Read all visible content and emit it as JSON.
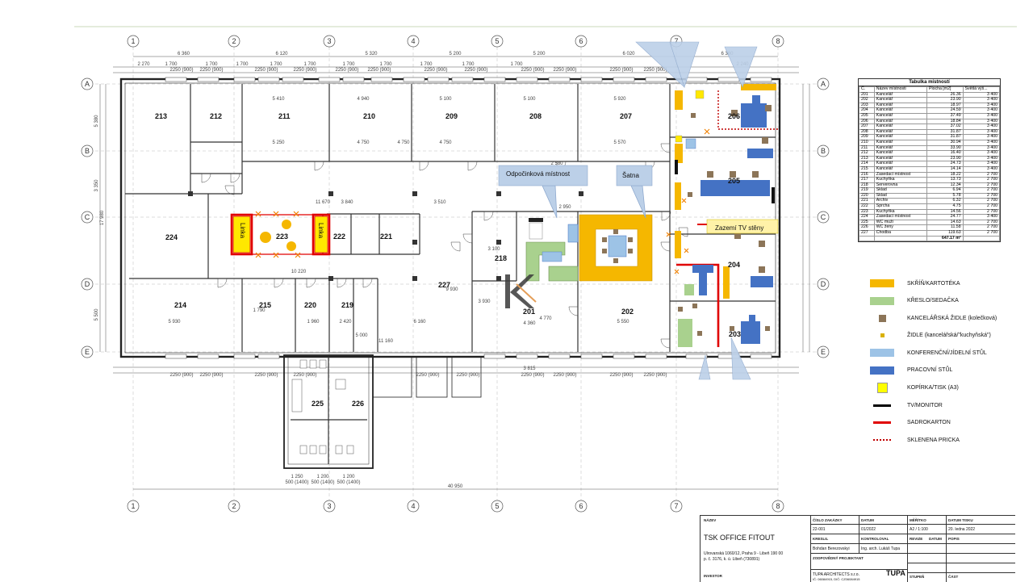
{
  "axes": {
    "columns": [
      "1",
      "2",
      "3",
      "4",
      "5",
      "6",
      "7",
      "8"
    ],
    "rows": [
      "A",
      "B",
      "C",
      "D",
      "E"
    ]
  },
  "dimensions": {
    "top_bays": [
      "6 360",
      "6 120",
      "5 320",
      "5 200",
      "5 200",
      "6 020",
      "6 360"
    ],
    "top_sub": [
      "2 270",
      "1 700",
      "1 700",
      "1 700",
      "1 700",
      "1 700",
      "1 700",
      "1 700",
      "1 700",
      "1 700",
      "1 700",
      "2 240"
    ],
    "window_note": "2250 (900)",
    "overall_bottom": "40 950",
    "bottom_sub": [
      "1 250",
      "1 200",
      "1 200"
    ],
    "bottom_sub2": [
      "500 (1400)",
      "500 (1400)",
      "500 (1400)"
    ],
    "left_side": [
      "5 380",
      "3 350",
      "5 500"
    ],
    "left_total": "17 980",
    "corridor": "11 670",
    "corridor_lower": "11 160",
    "misc": [
      "5 410",
      "4 940",
      "5 100",
      "5 100",
      "5 920",
      "5 250",
      "4 750",
      "4 750",
      "4 750",
      "5 570",
      "2 580",
      "3 510",
      "3 100",
      "4 770",
      "5 550",
      "5 930",
      "5 000",
      "6 160",
      "3 815",
      "1 790",
      "2 420",
      "10 220",
      "3 930",
      "4 360",
      "2 950",
      "9 930",
      "1 960",
      "3 840"
    ]
  },
  "rooms": {
    "r201": "201",
    "r202": "202",
    "r203": "203",
    "r204": "204",
    "r205": "205",
    "r206": "206",
    "r207": "207",
    "r208": "208",
    "r209": "209",
    "r210": "210",
    "r211": "211",
    "r212": "212",
    "r213": "213",
    "r214": "214",
    "r215": "215",
    "r218": "218",
    "r219": "219",
    "r220": "220",
    "r221": "221",
    "r222": "222",
    "r223": "223",
    "r224": "224",
    "r225": "225",
    "r226": "226",
    "r227": "227"
  },
  "labels": {
    "linka": "Linka",
    "callout_rest": "Odpočinková místnost",
    "callout_satna": "Šatna",
    "callout_tv": "Zazemí TV stěny"
  },
  "room_table": {
    "title": "Tabulka místností",
    "headers": [
      "Č.",
      "Název místnosti",
      "Plocha [m2]",
      "Světlá výš..."
    ],
    "rows": [
      [
        "201",
        "Kancelář",
        "26.36",
        "3 400"
      ],
      [
        "202",
        "Kancelář",
        "23.90",
        "3 400"
      ],
      [
        "203",
        "Kancelář",
        "18.97",
        "3 400"
      ],
      [
        "204",
        "Kancelář",
        "24.59",
        "3 400"
      ],
      [
        "205",
        "Kancelář",
        "37.49",
        "3 400"
      ],
      [
        "206",
        "Kancelář",
        "18.84",
        "3 400"
      ],
      [
        "207",
        "Kancelář",
        "37.02",
        "3 400"
      ],
      [
        "208",
        "Kancelář",
        "31.87",
        "3 400"
      ],
      [
        "209",
        "Kancelář",
        "31.87",
        "3 400"
      ],
      [
        "210",
        "Kancelář",
        "30.94",
        "3 400"
      ],
      [
        "211",
        "Kancelář",
        "33.90",
        "3 400"
      ],
      [
        "212",
        "Kancelář",
        "16.40",
        "3 400"
      ],
      [
        "213",
        "Kancelář",
        "23.90",
        "3 400"
      ],
      [
        "214",
        "Kancelář",
        "24.73",
        "3 400"
      ],
      [
        "215",
        "Kancelář",
        "14.14",
        "3 400"
      ],
      [
        "216",
        "Zasedací místnost",
        "18.22",
        "2 700"
      ],
      [
        "217",
        "Kuchyňka",
        "13.73",
        "2 700"
      ],
      [
        "218",
        "Serverovna",
        "12.34",
        "2 700"
      ],
      [
        "219",
        "Sklad",
        "6.94",
        "2 700"
      ],
      [
        "220",
        "Sklad",
        "5.78",
        "2 700"
      ],
      [
        "221",
        "Archiv",
        "6.32",
        "2 700"
      ],
      [
        "222",
        "Sprcha",
        "4.75",
        "2 700"
      ],
      [
        "223",
        "Kuchyňka",
        "14.56",
        "2 700"
      ],
      [
        "224",
        "Zasedací místnost",
        "24.77",
        "3 400"
      ],
      [
        "225",
        "WC muži",
        "14.63",
        "2 700"
      ],
      [
        "226",
        "WC ženy",
        "11.58",
        "2 700"
      ],
      [
        "227",
        "Chodba",
        "119.63",
        "2 700"
      ]
    ],
    "total": "647.17 m²"
  },
  "legend": [
    {
      "label": "SKŘÍŇ/KARTOTÉKA",
      "color": "#F5B700",
      "kind": "rect"
    },
    {
      "label": "KŘESLO/SEDAČKA",
      "color": "#A9D18E",
      "kind": "rect"
    },
    {
      "label": "KANCELÁŘSKÁ ŽIDLE (kolečková)",
      "color": "#8C7558",
      "kind": "square"
    },
    {
      "label": "ŽIDLE (kancelářská/\"kuchyňská\")",
      "color": "#D9B100",
      "kind": "dot"
    },
    {
      "label": "KONFERENČNÍ/JÍDELNÍ STŮL",
      "color": "#9DC3E6",
      "kind": "rect"
    },
    {
      "label": "PRACOVNÍ STŮL",
      "color": "#4472C4",
      "kind": "rect"
    },
    {
      "label": "KOPÍRKA/TISK (A3)",
      "color": "#FFFF00",
      "kind": "square-outline"
    },
    {
      "label": "TV/MONITOR",
      "color": "#000000",
      "kind": "line"
    },
    {
      "label": "SADROKARTON",
      "color": "#E00000",
      "kind": "line"
    },
    {
      "label": "SKLENENA PRICKA",
      "color": "#C00000",
      "kind": "dotted"
    }
  ],
  "title_block": {
    "lbl_name": "NÁZEV",
    "project": "TSK OFFICE FITOUT",
    "address1": "Ulrovanská 1060/12, Praha 9 - Libeň 190 00",
    "address2": "p. č. 3176, k. ú. Libeň (730891)",
    "lbl_investor": "INVESTOR",
    "lbl_order": "ČÍSLO ZAKÁZKY",
    "order_no": "22-001",
    "lbl_date": "DATUM",
    "date": "01/2022",
    "lbl_drew": "KRESLIL",
    "drew": "Bohdan Berezovskyi",
    "lbl_checked": "KONTROLOVAL",
    "checked": "Ing. arch. Lukáš Tupa",
    "lbl_designer": "ZODPOVĚDNÝ PROJEKTANT",
    "company": "TUPA ARCHITECTS s.r.o.",
    "company_id": "IČ: 06084915, DIČ: CZ06084915",
    "lbl_scale": "MĚŘÍTKO",
    "scale": "A2 / 1:100",
    "lbl_print": "DATUM TISKU",
    "print_date": "20. ledna 2022",
    "lbl_rev": "REVIZE",
    "lbl_rev_date": "DATUM",
    "lbl_rev_desc": "POPIS",
    "lbl_phase": "STUPEŇ",
    "lbl_sheet": "ČÁST",
    "logo": "TUPA"
  }
}
